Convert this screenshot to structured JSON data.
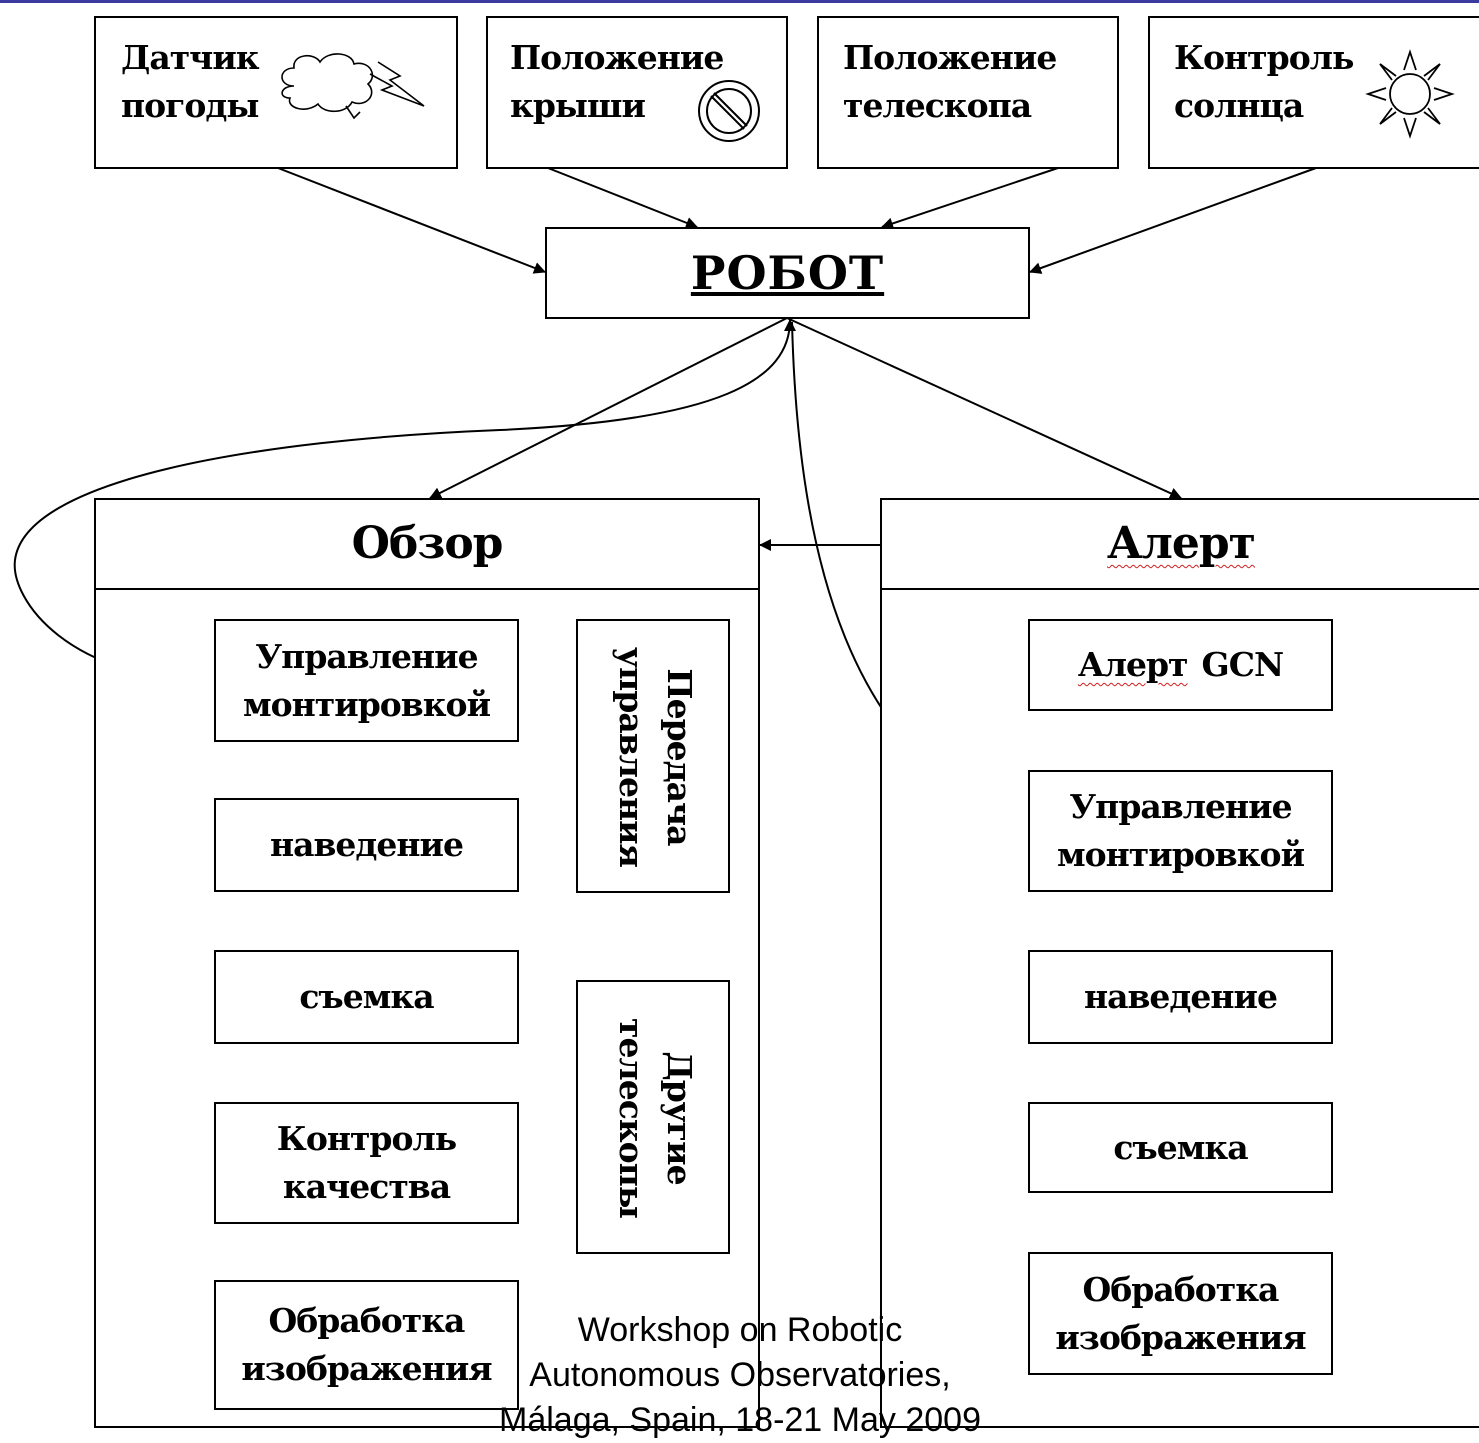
{
  "sensors": {
    "weather": {
      "line1": "Датчик",
      "line2": "погоды",
      "icon": "cloud-lightning-icon"
    },
    "roof": {
      "line1": "Положение",
      "line2": "крыши",
      "icon": "prohibited-icon"
    },
    "telescope": {
      "line1": "Положение",
      "line2": "телескопа"
    },
    "sun": {
      "line1": "Контроль",
      "line2": "солнца",
      "icon": "sun-icon"
    }
  },
  "robot": {
    "label": "РОБОТ"
  },
  "survey": {
    "title": "Обзор",
    "mount": {
      "line1": "Управление",
      "line2": "монтировкой"
    },
    "pointing": "наведение",
    "exposure": "съемка",
    "quality": {
      "line1": "Контроль",
      "line2": "качества"
    },
    "processing": {
      "line1": "Обработка",
      "line2": "изображения"
    },
    "handoff": {
      "line1": "Передача",
      "line2": "управления"
    },
    "other_telescopes": {
      "line1": "Другие",
      "line2": "телескопы"
    }
  },
  "alert": {
    "title": "Алерт",
    "gcn": {
      "word": "Алерт",
      "suffix": "GCN"
    },
    "mount": {
      "line1": "Управление",
      "line2": "монтировкой"
    },
    "pointing": "наведение",
    "exposure": "съемка",
    "processing": {
      "line1": "Обработка",
      "line2": "изображения"
    }
  },
  "footer": {
    "line1": "Workshop on Robotic",
    "line2": "Autonomous Observatories,",
    "line3": "Málaga, Spain, 18-21 May 2009"
  }
}
